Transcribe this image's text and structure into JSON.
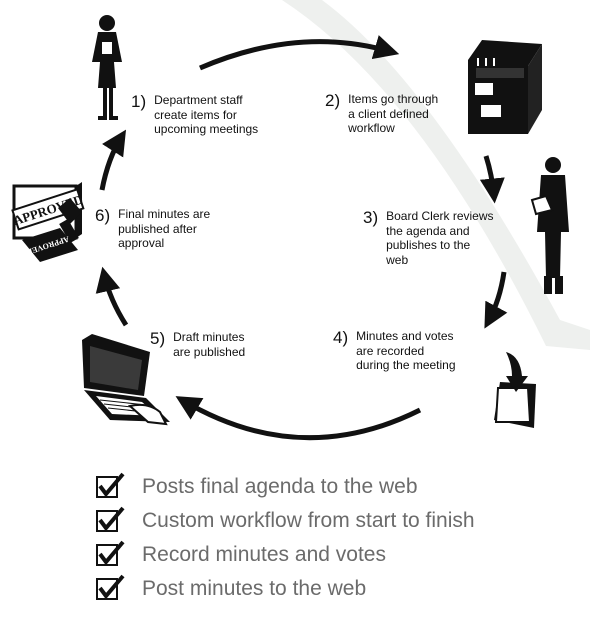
{
  "steps": [
    {
      "num": "1)",
      "text": "Department staff\ncreate items for\nupcoming meetings"
    },
    {
      "num": "2)",
      "text": "Items go through\na client defined\nworkflow"
    },
    {
      "num": "3)",
      "text": "Board Clerk reviews\nthe agenda and\npublishes to the\nweb"
    },
    {
      "num": "4)",
      "text": "Minutes and votes\nare recorded\nduring the meeting"
    },
    {
      "num": "5)",
      "text": "Draft minutes\nare published"
    },
    {
      "num": "6)",
      "text": "Final minutes are\npublished after\napproval"
    }
  ],
  "stamp": {
    "top_text": "APPROVED",
    "bottom_text": "APPROVED"
  },
  "checklist": [
    "Posts final agenda to the web",
    "Custom workflow from start to finish",
    "Record minutes and votes",
    "Post minutes to the web"
  ],
  "colors": {
    "accent": "#111111",
    "text_muted": "#6b6b6b",
    "band": "#eef0ee"
  }
}
